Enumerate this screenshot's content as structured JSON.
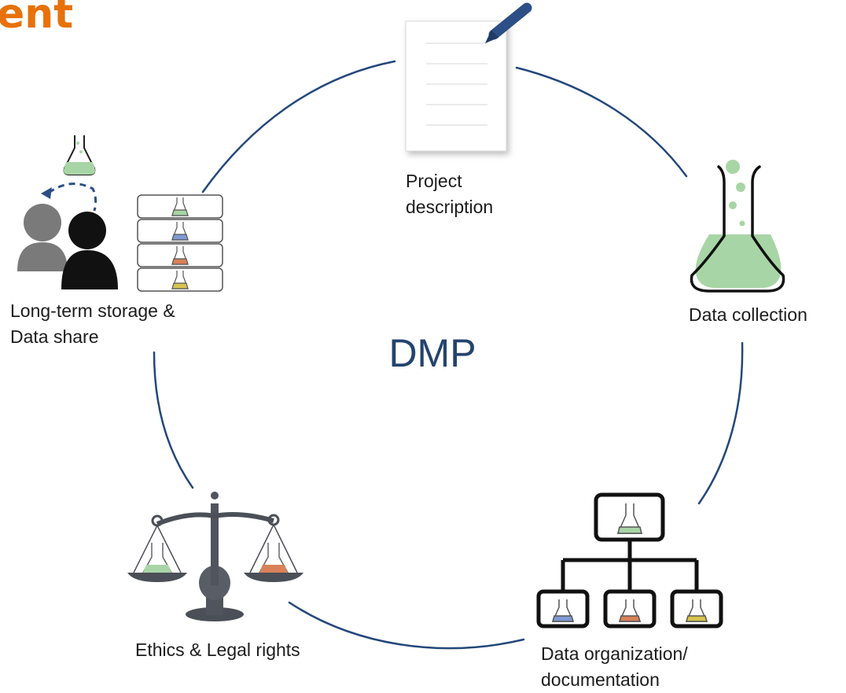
{
  "header": {
    "title_fragment": "ent"
  },
  "diagram": {
    "center_label": "DMP",
    "stages": [
      {
        "id": "project",
        "icon": "document-pencil-icon",
        "lines": [
          "Project",
          "description"
        ]
      },
      {
        "id": "collection",
        "icon": "flask-icon",
        "lines": [
          "Data collection"
        ]
      },
      {
        "id": "organization",
        "icon": "hierarchy-icon",
        "lines": [
          "Data organization/",
          "documentation"
        ]
      },
      {
        "id": "ethics",
        "icon": "balance-scale-icon",
        "lines": [
          "Ethics & Legal rights"
        ]
      },
      {
        "id": "storage",
        "icon": "people-share-icon",
        "lines": [
          "Long-term storage &",
          "Data share"
        ]
      }
    ],
    "colors": {
      "title": "#e8710a",
      "center": "#24436e",
      "cycle": "#23477a",
      "liquid_green": "#a8d5a6",
      "liquid_blue": "#7f9ad3",
      "liquid_orange": "#d9815a",
      "liquid_yellow": "#d6c44f"
    }
  }
}
